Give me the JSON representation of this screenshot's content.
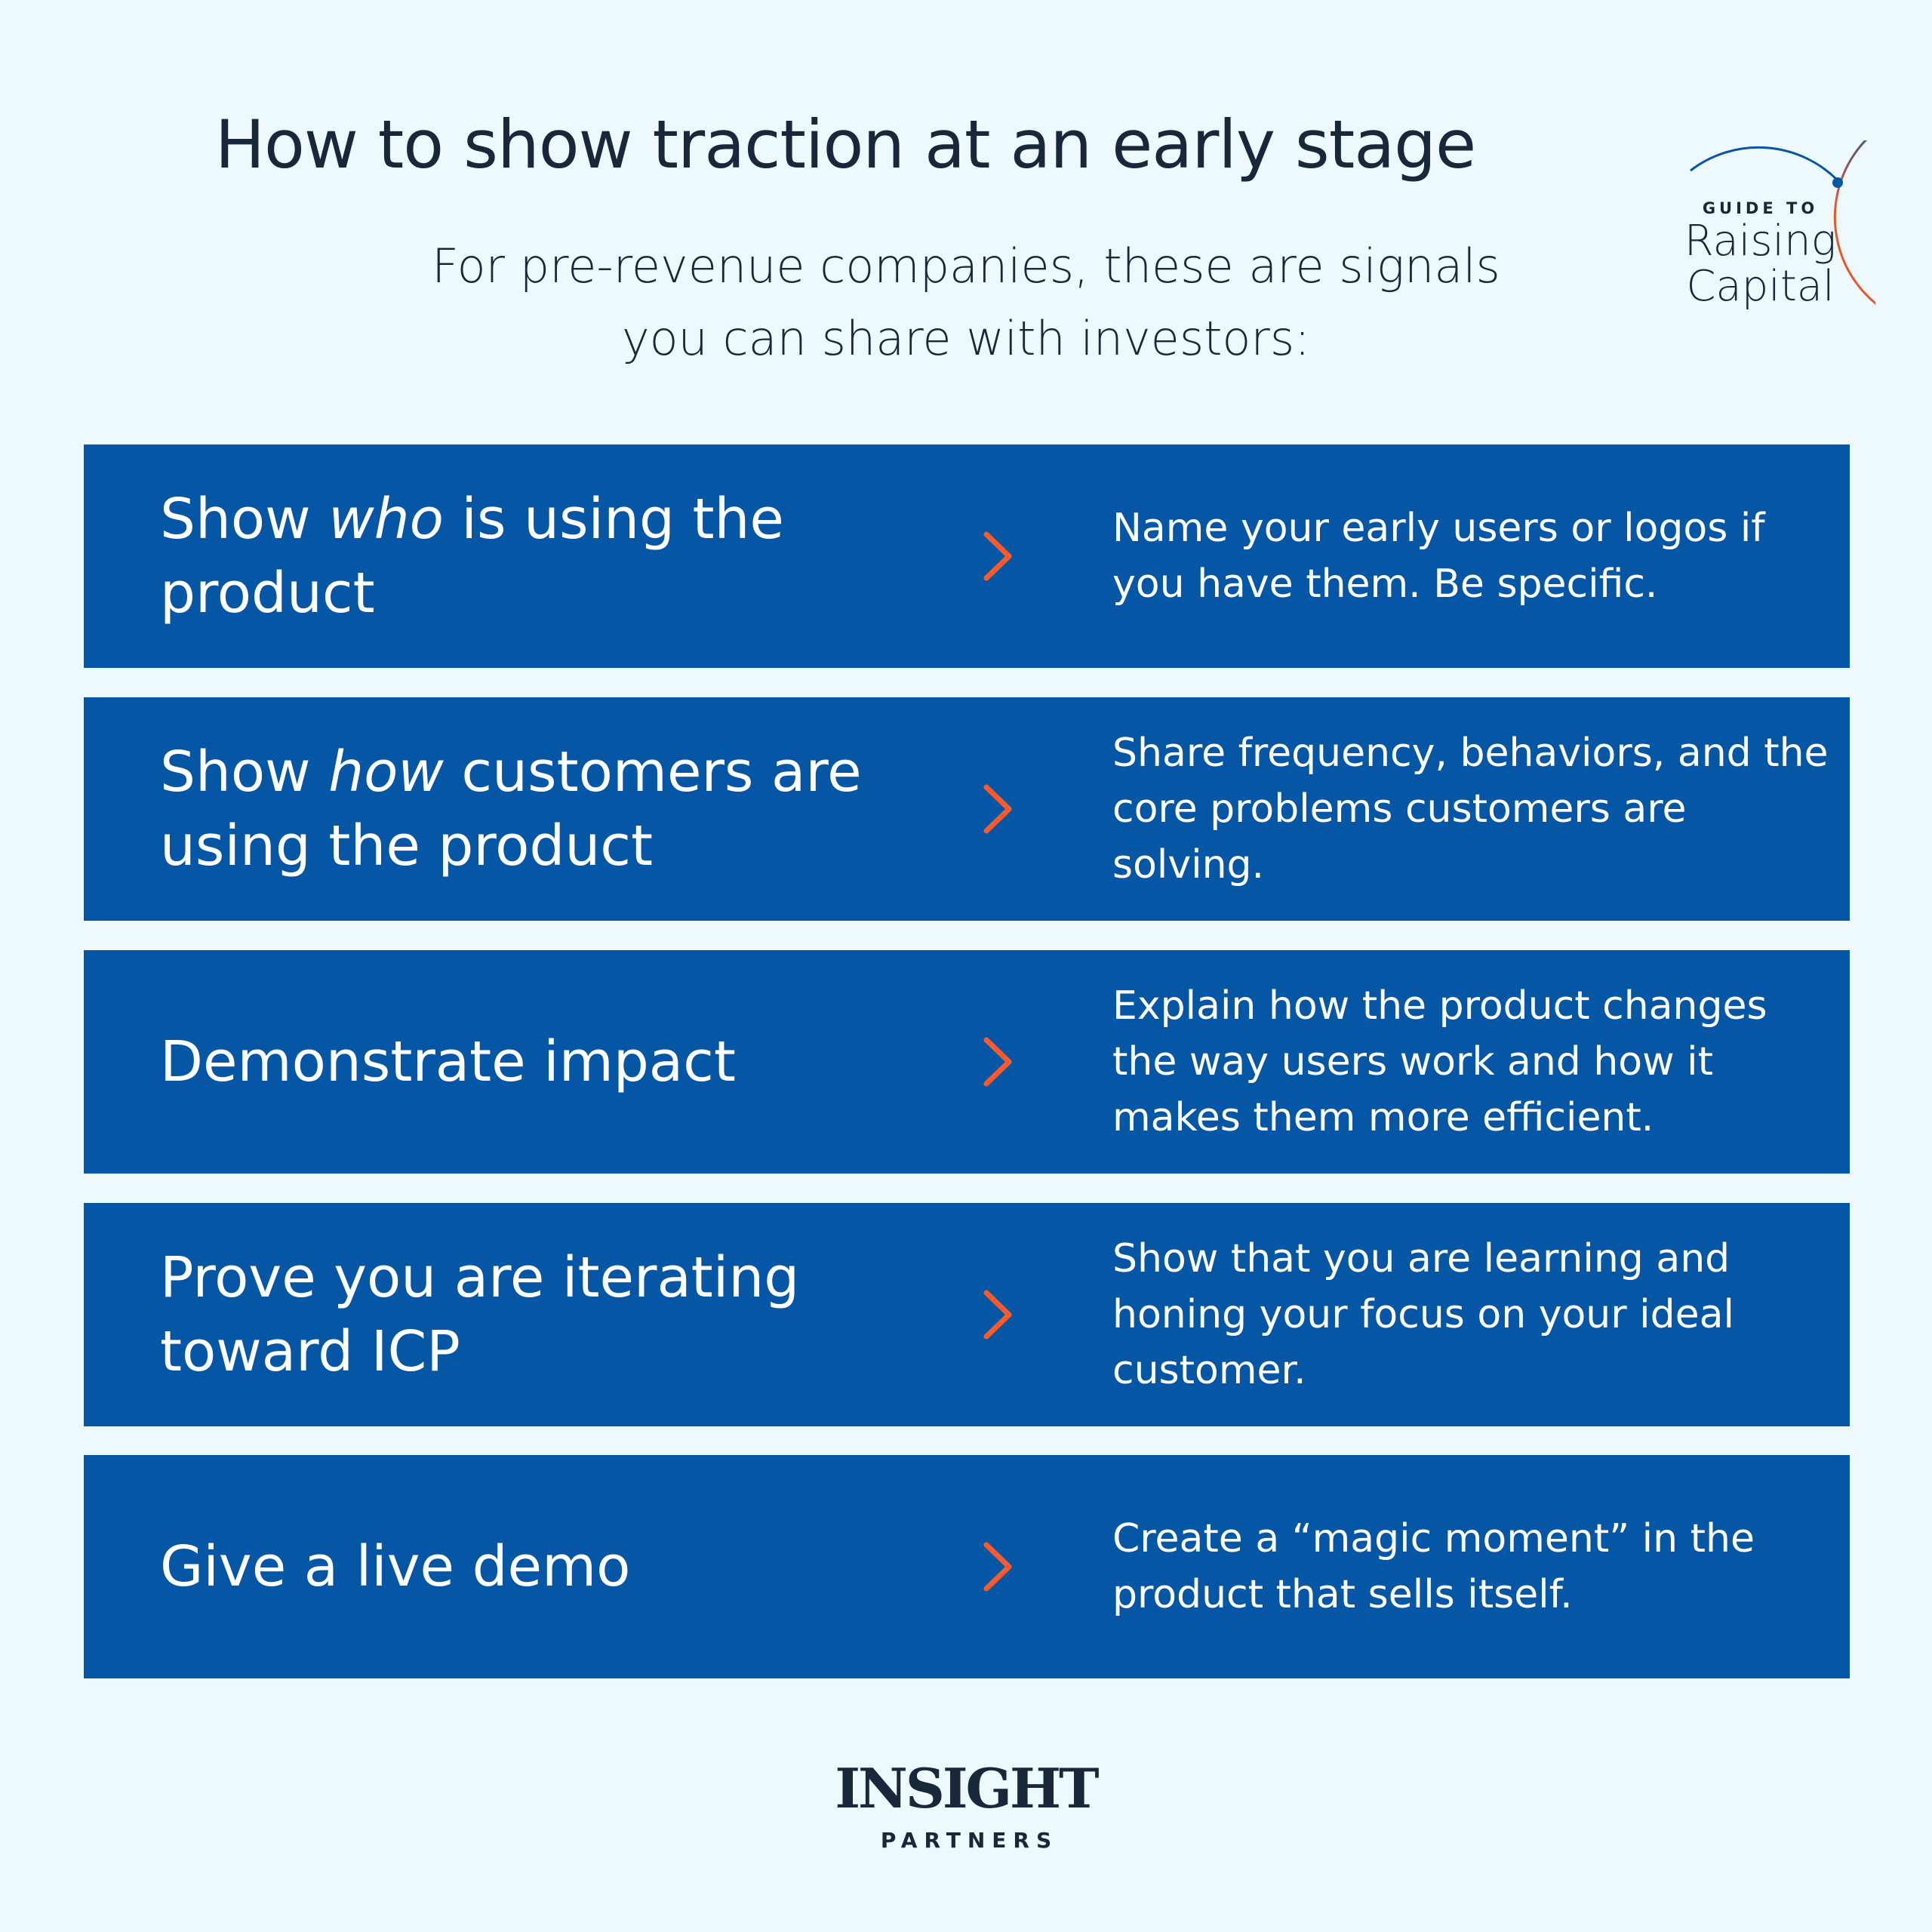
{
  "header": {
    "title": "How to show traction at an early stage",
    "subtitle_line1": "For pre-revenue companies, these are signals",
    "subtitle_line2": "you can share with investors:"
  },
  "badge": {
    "top": "GUIDE TO",
    "line1": "Raising",
    "line2": "Capital"
  },
  "rows": [
    {
      "left_pre": "Show ",
      "left_em": "who",
      "left_post": " is using the product",
      "right": "Name your early users or logos if you have them. Be specific."
    },
    {
      "left_pre": "Show ",
      "left_em": "how",
      "left_post": " customers are using the product",
      "right": "Share frequency, behaviors, and the core problems customers are solving."
    },
    {
      "left_pre": "Demonstrate impact",
      "left_em": "",
      "left_post": "",
      "right": "Explain how the product changes the way users work and how it makes them more efficient."
    },
    {
      "left_pre": "Prove you are iterating toward ICP",
      "left_em": "",
      "left_post": "",
      "right": "Show that you are learning and honing your focus on your ideal customer."
    },
    {
      "left_pre": "Give a live demo",
      "left_em": "",
      "left_post": "",
      "right": "Create a “magic moment” in the product that sells itself."
    }
  ],
  "logo": {
    "main": "INSIGHT",
    "sub": "PARTNERS"
  },
  "colors": {
    "background": "#eef9fd",
    "row": "#0557a6",
    "arrow_start": "#7fb8ff",
    "arrow_end": "#ff5a2a"
  }
}
